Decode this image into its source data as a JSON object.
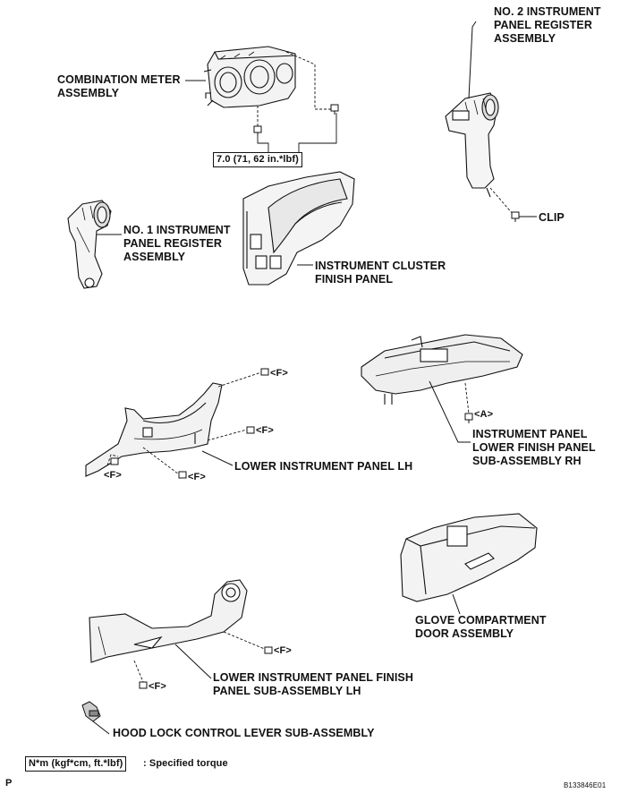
{
  "labels": {
    "no2_register": "NO. 2 INSTRUMENT\nPANEL REGISTER\nASSEMBLY",
    "combination_meter": "COMBINATION METER\nASSEMBLY",
    "torque_value": "7.0 (71, 62 in.*lbf)",
    "no1_register": "NO. 1 INSTRUMENT\nPANEL REGISTER\nASSEMBLY",
    "cluster_finish": "INSTRUMENT CLUSTER\nFINISH PANEL",
    "clip": "CLIP",
    "lower_panel_lh": "LOWER INSTRUMENT PANEL LH",
    "lower_finish_rh": "INSTRUMENT PANEL\nLOWER FINISH PANEL\nSUB-ASSEMBLY RH",
    "glove_compartment": "GLOVE COMPARTMENT\nDOOR ASSEMBLY",
    "lower_finish_lh": "LOWER INSTRUMENT PANEL FINISH\nPANEL SUB-ASSEMBLY LH",
    "hood_lock": "HOOD LOCK CONTROL LEVER SUB-ASSEMBLY",
    "legend_units": "N*m (kgf*cm, ft.*lbf)",
    "legend_text": ": Specified torque",
    "page_letter": "P",
    "figure_code": "B133846E01"
  },
  "fastener_tags": {
    "f1": "<F>",
    "f2": "<F>",
    "f3": "<F>",
    "f4": "<F>",
    "f5": "<F>",
    "f6": "<F>",
    "a1": "<A>"
  }
}
